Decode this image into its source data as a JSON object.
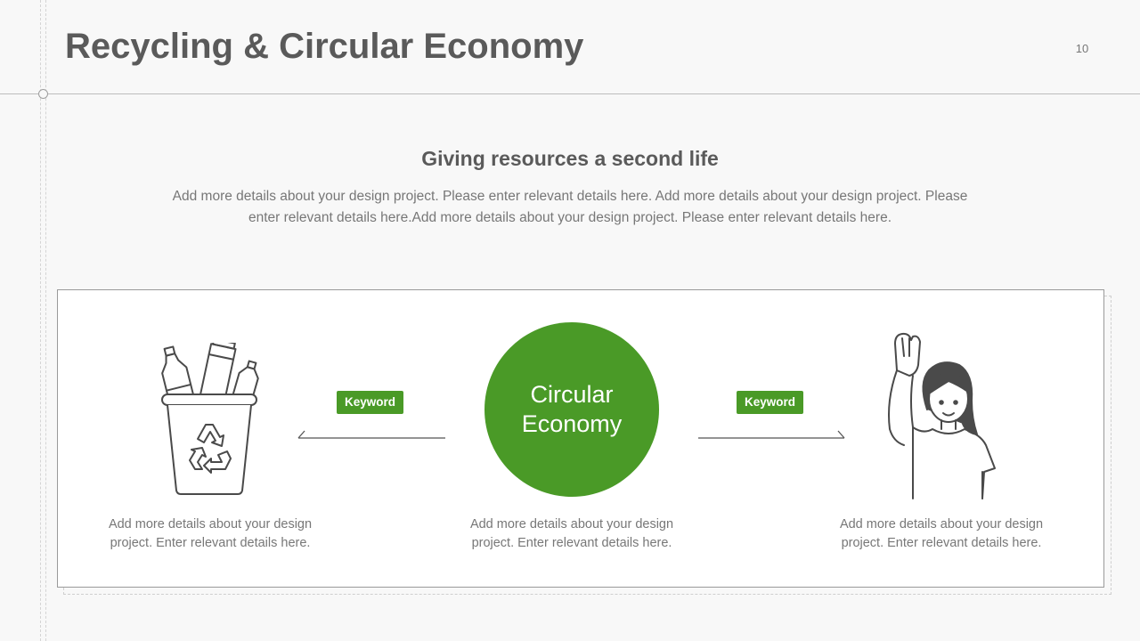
{
  "header": {
    "title": "Recycling & Circular Economy",
    "page_number": "10"
  },
  "intro": {
    "heading": "Giving resources a second life",
    "body": "Add more details about your design project. Please enter relevant details here. Add more details about your design project. Please enter relevant details here.Add more details about your design project. Please enter relevant details here."
  },
  "diagram": {
    "center_label": "Circular Economy",
    "left_keyword": "Keyword",
    "right_keyword": "Keyword",
    "left_caption": "Add more details about your design project. Enter relevant details here.",
    "center_caption": "Add more details about your design project. Enter relevant details here.",
    "right_caption": "Add more details about your design project. Enter relevant details here.",
    "left_icon": "recycling-bin-icon",
    "right_icon": "waving-person-icon"
  },
  "colors": {
    "accent": "#4a9a27",
    "title_text": "#5a5a5a",
    "body_text": "#777777",
    "background": "#f8f8f8",
    "panel": "#ffffff"
  }
}
